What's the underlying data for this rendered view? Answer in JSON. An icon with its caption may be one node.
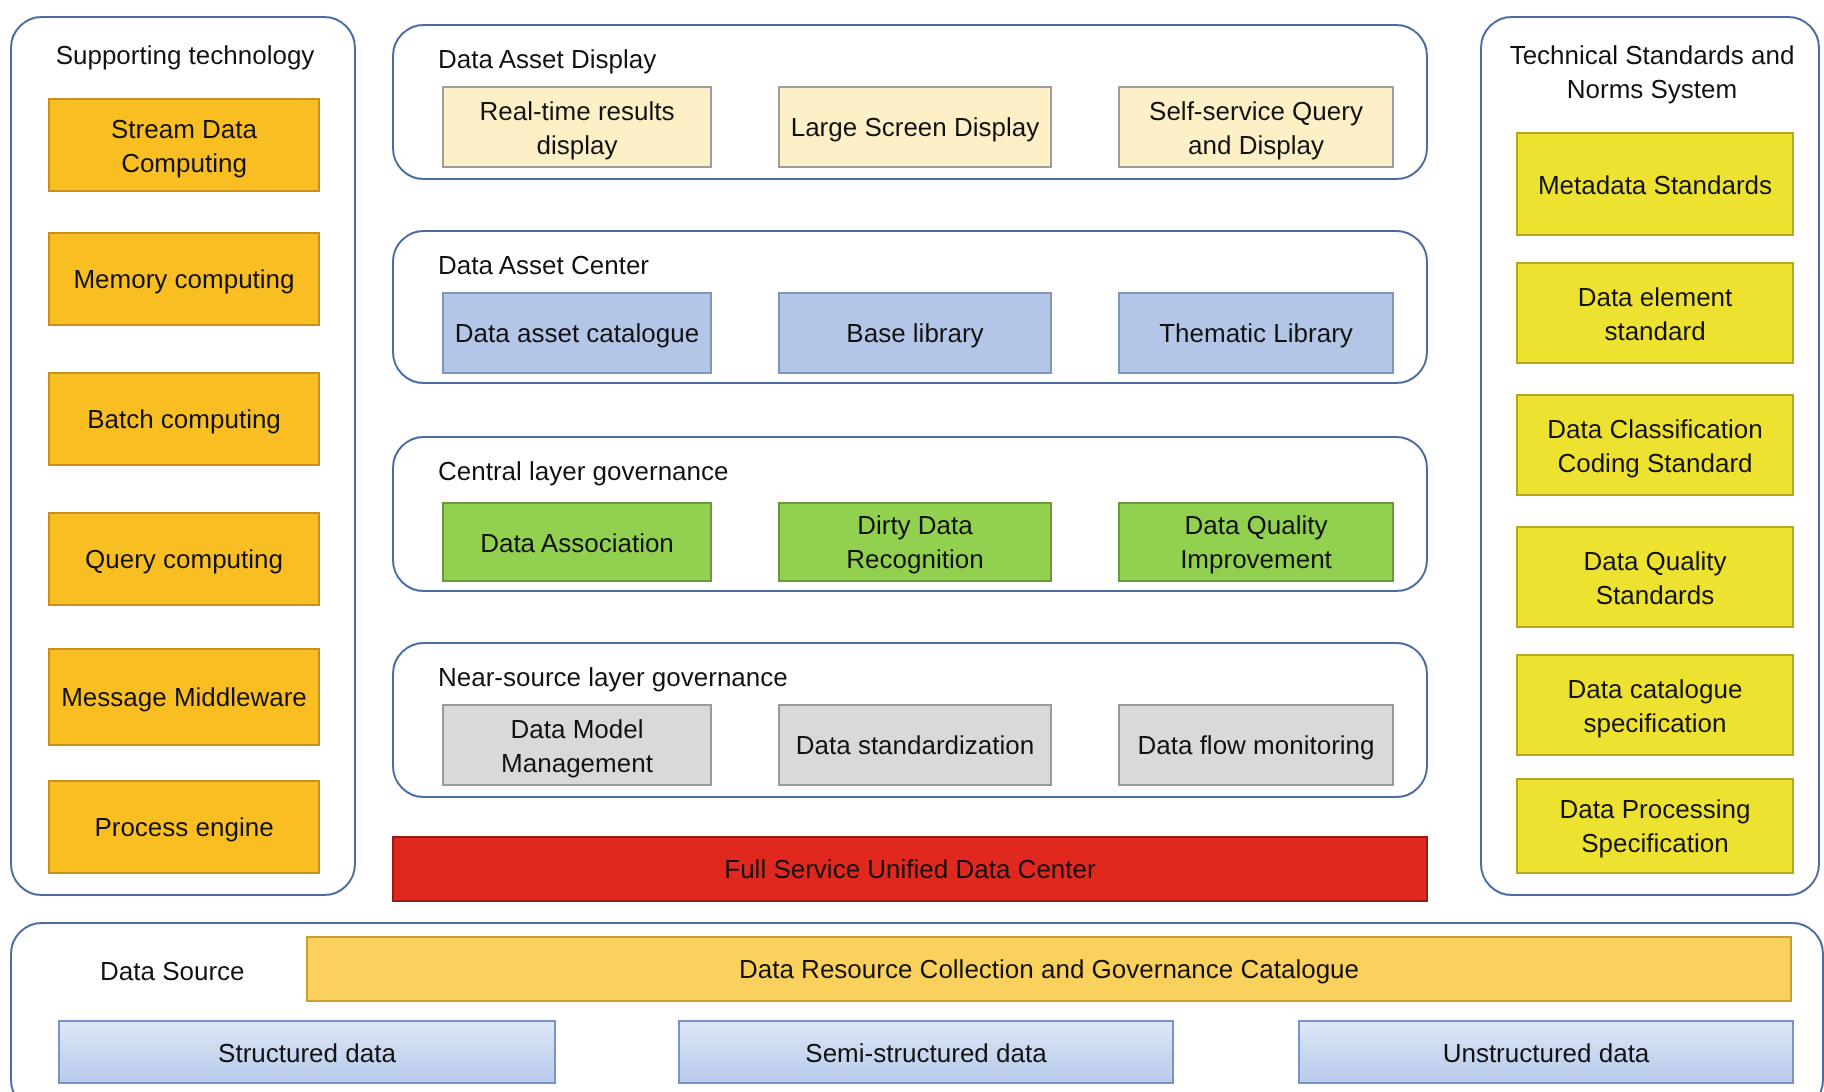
{
  "diagram": {
    "nodes": [
      {
        "text": [
          "Supporting technology"
        ]
      },
      {
        "text": [
          "Stream Data Computing"
        ],
        "in": 0
      },
      {
        "text": [
          "Memory computing"
        ],
        "in": 0
      },
      {
        "text": [
          "Batch computing"
        ],
        "in": 0
      },
      {
        "text": [
          "Query computing"
        ],
        "in": 0
      },
      {
        "text": [
          "Message Middleware"
        ],
        "in": 0
      },
      {
        "text": [
          "Process engine"
        ],
        "in": 0
      },
      {
        "text": [
          "Data Asset Display"
        ]
      },
      {
        "text": [
          "Real-time results display"
        ],
        "in": 7
      },
      {
        "text": [
          "Large Screen Display"
        ],
        "in": 7
      },
      {
        "text": [
          "Self-service Query and Display"
        ],
        "in": 7
      },
      {
        "text": [
          "Data Asset Center"
        ]
      },
      {
        "text": [
          "Data asset catalogue"
        ],
        "in": 11
      },
      {
        "text": [
          "Base library"
        ],
        "in": 11
      },
      {
        "text": [
          "Thematic Library"
        ],
        "in": 11
      },
      {
        "text": [
          "Central layer governance"
        ]
      },
      {
        "text": [
          "Data Association"
        ],
        "in": 15
      },
      {
        "text": [
          "Dirty Data Recognition"
        ],
        "in": 15
      },
      {
        "text": [
          "Data Quality Improvement"
        ],
        "in": 15
      },
      {
        "text": [
          "Near-source layer governance"
        ]
      },
      {
        "text": [
          "Data Model Management"
        ],
        "in": 19
      },
      {
        "text": [
          "Data standardization"
        ],
        "in": 19
      },
      {
        "text": [
          "Data flow monitoring"
        ],
        "in": 19
      },
      {
        "text": [
          "Full Service Unified Data Center"
        ]
      },
      {
        "text": [
          "Technical Standards and Norms System"
        ]
      },
      {
        "text": [
          "Metadata Standards"
        ],
        "in": 24
      },
      {
        "text": [
          "Data element standard"
        ],
        "in": 24
      },
      {
        "text": [
          "Data Classification Coding Standard"
        ],
        "in": 24
      },
      {
        "text": [
          "Data Quality Standards"
        ],
        "in": 24
      },
      {
        "text": [
          "Data catalogue specification"
        ],
        "in": 24
      },
      {
        "text": [
          "Data Processing Specification"
        ],
        "in": 24
      },
      {
        "text": [
          "Data Source"
        ]
      },
      {
        "text": [
          "Data Resource Collection and Governance Catalogue"
        ],
        "in": 31
      },
      {
        "text": [
          "Structured data"
        ],
        "in": 31
      },
      {
        "text": [
          "Semi-structured data"
        ],
        "in": 31
      },
      {
        "text": [
          "Unstructured data"
        ],
        "in": 31
      }
    ]
  }
}
